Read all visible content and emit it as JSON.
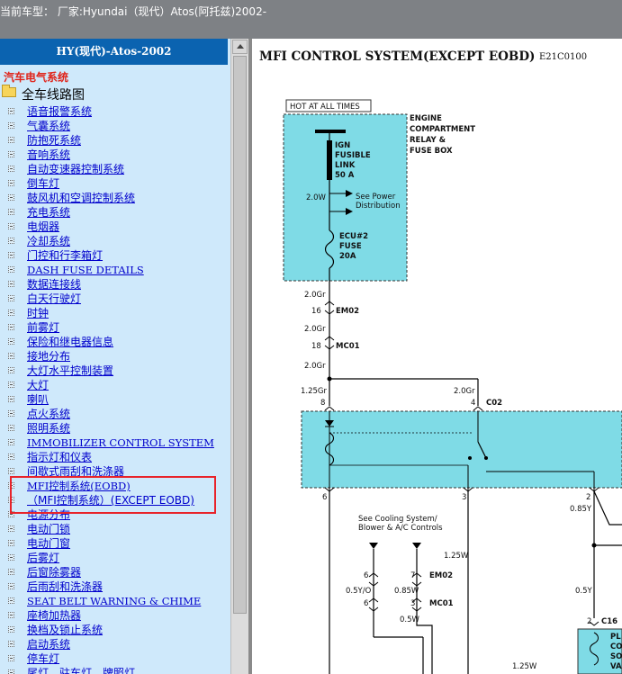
{
  "window": {
    "title": "当前车型：  厂家:Hyundai（现代）Atos(阿托兹)2002-"
  },
  "sidebar": {
    "header": "HY(现代)-Atos-2002",
    "section_title": "汽车电气系统",
    "root_label": "全车线路图",
    "items": [
      {
        "label": "语音报警系统"
      },
      {
        "label": "气囊系统"
      },
      {
        "label": "防抱死系统"
      },
      {
        "label": "音响系统"
      },
      {
        "label": "自动变速器控制系统"
      },
      {
        "label": "倒车灯"
      },
      {
        "label": "鼓风机和空调控制系统"
      },
      {
        "label": "充电系统"
      },
      {
        "label": "电烟器"
      },
      {
        "label": "冷却系统"
      },
      {
        "label": "门控和行李箱灯"
      },
      {
        "label": "DASH FUSE DETAILS"
      },
      {
        "label": "数据连接线"
      },
      {
        "label": "白天行驶灯"
      },
      {
        "label": "时钟"
      },
      {
        "label": "前雾灯"
      },
      {
        "label": "保险和继电器信息"
      },
      {
        "label": "接地分布"
      },
      {
        "label": "大灯水平控制装置"
      },
      {
        "label": "大灯"
      },
      {
        "label": "喇叭"
      },
      {
        "label": "点火系统"
      },
      {
        "label": "照明系统"
      },
      {
        "label": "IMMOBILIZER CONTROL SYSTEM"
      },
      {
        "label": "指示灯和仪表"
      },
      {
        "label": "间歇式雨刮和洗涤器"
      },
      {
        "label": "MFI控制系统(EOBD)"
      },
      {
        "label": "（MFI控制系统）(EXCEPT EOBD)"
      },
      {
        "label": "电源分布"
      },
      {
        "label": "电动门锁"
      },
      {
        "label": "电动门窗"
      },
      {
        "label": "后雾灯"
      },
      {
        "label": "后窗除雾器"
      },
      {
        "label": "后雨刮和洗涤器"
      },
      {
        "label": "SEAT BELT WARNING & CHIME"
      },
      {
        "label": "座椅加热器"
      },
      {
        "label": "换档及锁止系统"
      },
      {
        "label": "启动系统"
      },
      {
        "label": "停车灯"
      },
      {
        "label": "尾灯、驻车灯、牌照灯"
      }
    ]
  },
  "diagram": {
    "title": "MFI CONTROL SYSTEM(EXCEPT EOBD)",
    "code": "E21C0100",
    "hot_label": "HOT AT ALL TIMES",
    "box_label": [
      "ENGINE",
      "COMPARTMENT",
      "RELAY &",
      "FUSE BOX"
    ],
    "fusible_link": [
      "IGN",
      "FUSIBLE",
      "LINK",
      "50 A"
    ],
    "wire_2w": "2.0W",
    "see_power": [
      "See Power",
      "Distribution"
    ],
    "ecu_fuse": [
      "ECU#2",
      "FUSE",
      "20A"
    ],
    "wire_2gr": "2.0Gr",
    "em02": "EM02",
    "mc01": "MC01",
    "pin_16": "16",
    "pin_18": "18",
    "wire_125gr": "1.25Gr",
    "c02": "C02",
    "pin_8": "8",
    "pin_4": "4",
    "pin_6": "6",
    "pin_3": "3",
    "pin_2": "2",
    "pin_7": "7",
    "wire_085y": "0.85Y",
    "see_cooling": [
      "See Cooling System/",
      "Blower & A/C Controls"
    ],
    "wire_125w": "1.25W",
    "wire_05yo": "0.5Y/O",
    "wire_085w": "0.85W",
    "wire_05w": "0.5W",
    "wire_05y": "0.5Y",
    "c16": "C16",
    "side_cut": [
      "PL",
      "CO",
      "SO",
      "VA"
    ],
    "colors": {
      "box_fill": "#7fdbe6",
      "highlight": "#e8232a",
      "header": "#0b63b0"
    }
  }
}
